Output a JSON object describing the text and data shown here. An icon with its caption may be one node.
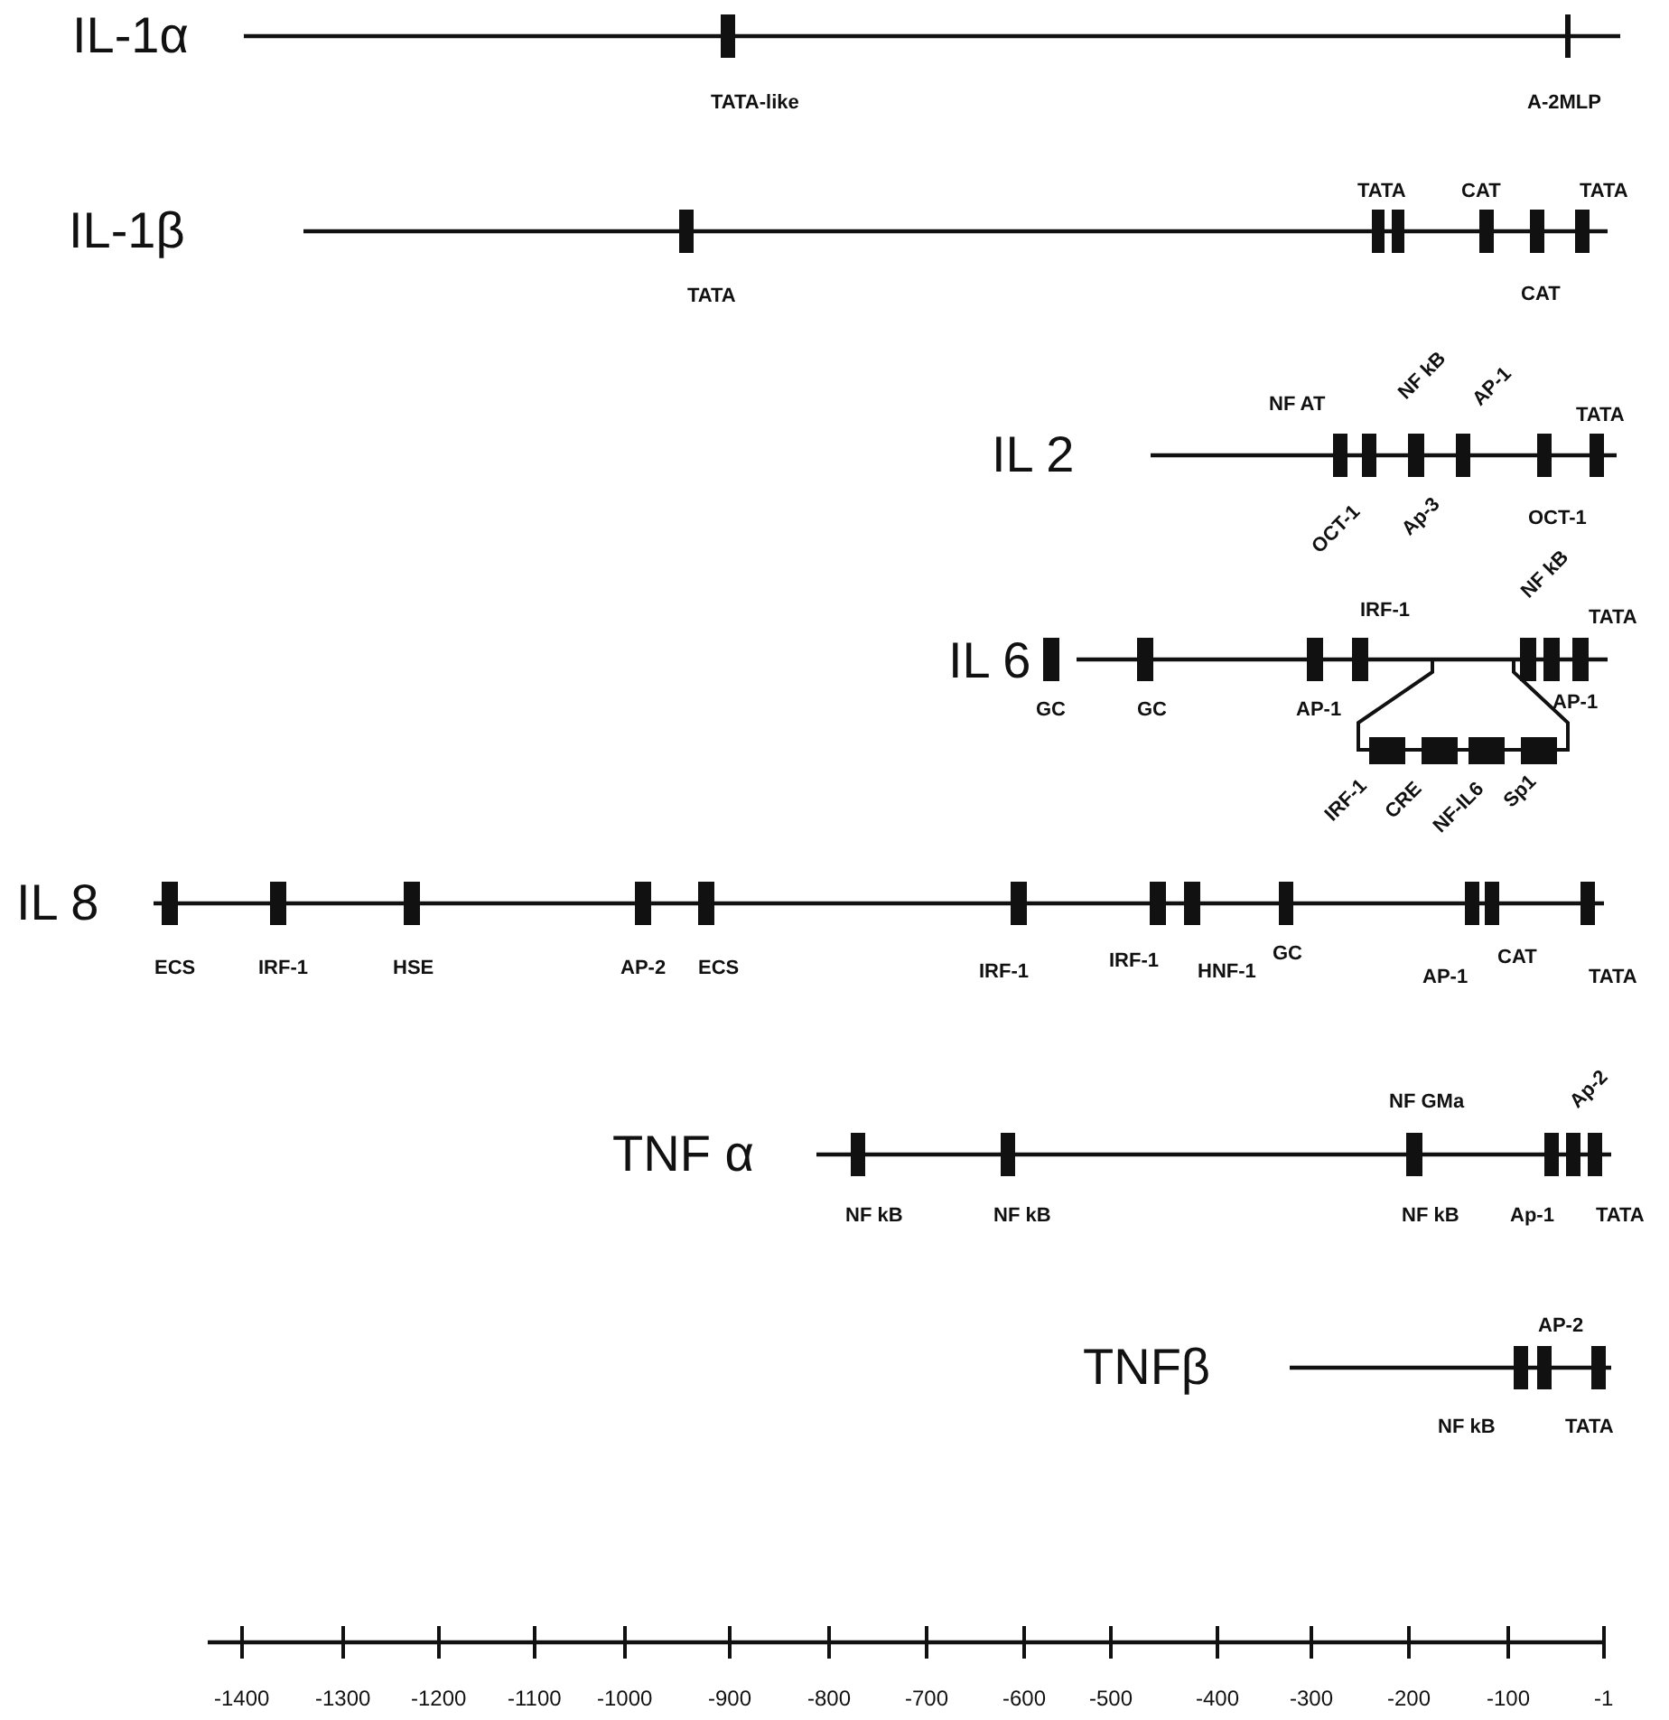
{
  "diagram": {
    "labels": [
      "IL-1α",
      "TATA-like",
      "A-2MLP",
      "IL-1β",
      "TATA",
      "CAT",
      "TATA",
      "TATA",
      "CAT",
      "NF AT",
      "NF kB",
      "AP-1",
      "TATA",
      "IL 2",
      "OCT-1",
      "Ap-3",
      "OCT-1",
      "IRF-1",
      "NF kB",
      "TATA",
      "IL 6",
      "GC",
      "GC",
      "AP-1",
      "AP-1",
      "IRF-1",
      "CRE",
      "NF-IL6",
      "Sp1",
      "IL 8",
      "ECS",
      "IRF-1",
      "HSE",
      "AP-2",
      "ECS",
      "IRF-1",
      "IRF-1",
      "HNF-1",
      "GC",
      "AP-1",
      "CAT",
      "TATA",
      "NF GMa",
      "Ap-2",
      "TNF α",
      "NF kB",
      "NF kB",
      "NF kB",
      "Ap-1",
      "TATA",
      "AP-2",
      "TNFβ",
      "NF kB",
      "TATA",
      "-1400",
      "-1300",
      "-1200",
      "-1100",
      "-1000",
      "-900",
      "-800",
      "-700",
      "-600",
      "-500",
      "-400",
      "-300",
      "-200",
      "-100",
      "-1"
    ]
  }
}
